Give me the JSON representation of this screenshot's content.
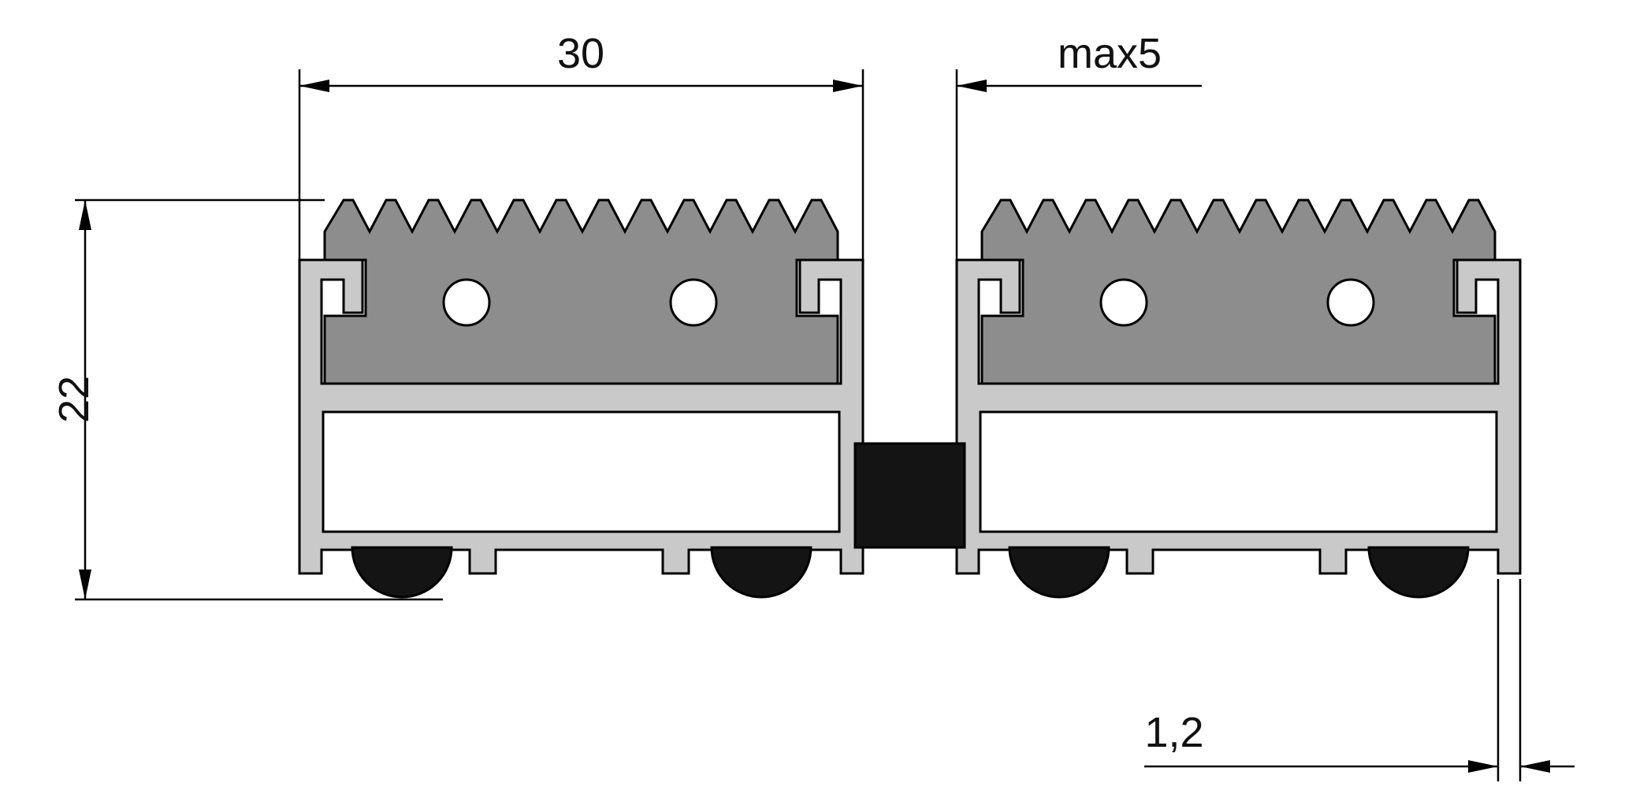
{
  "drawing": {
    "dimensions": {
      "width_label": "30",
      "gap_label": "max5",
      "height_label": "22",
      "thickness_label": "1,2"
    },
    "colors": {
      "background": "#ffffff",
      "outline": "#000000",
      "insert_gray": "#8d8d8d",
      "aluminum_gray": "#c9c9c9",
      "rubber_black": "#141414"
    }
  }
}
